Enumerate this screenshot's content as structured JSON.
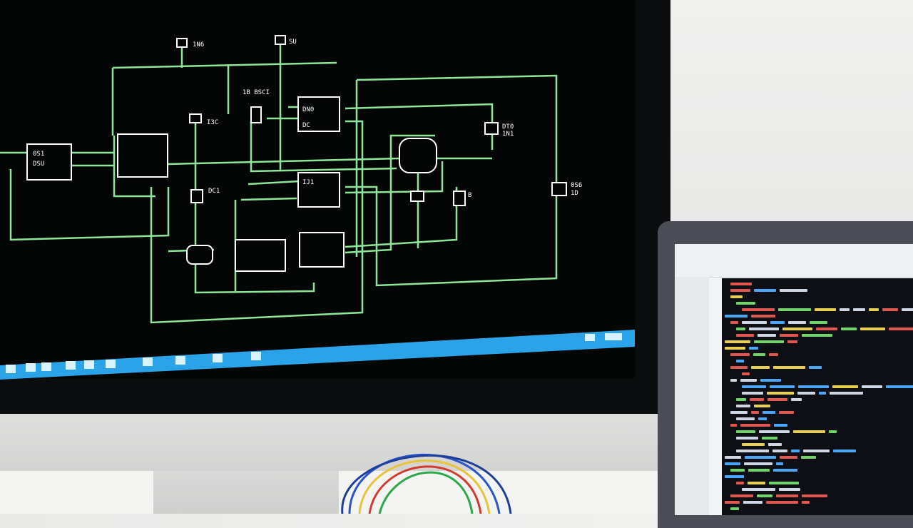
{
  "scene": {
    "description_labels": {
      "monitor": "monitor",
      "laptop": "laptop"
    }
  },
  "schematic": {
    "labels": [
      "1N6",
      "SU",
      "1B BSCI",
      "DN0",
      "DC",
      "DT0",
      "1N1",
      "0S1",
      "DSU",
      "IJ1",
      "0S6",
      "1D",
      "B",
      "DC1",
      "I3C"
    ],
    "colors": {
      "wire": "#8ee59a",
      "component": "#ffffff",
      "screen_bg": "#040606",
      "taskbar": "#2aa3e8"
    }
  },
  "colors": {
    "code_keyword": "#e0574f",
    "code_string": "#6fd36a",
    "code_blue": "#4aa6ff",
    "code_plain": "#cfd6e3",
    "code_yellow": "#e6d04d"
  }
}
